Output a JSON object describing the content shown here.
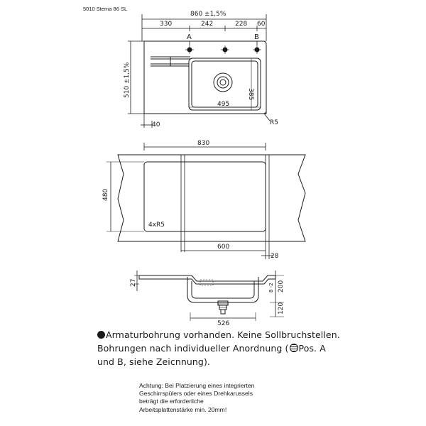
{
  "header": {
    "model": "5010 Stema 86 SL"
  },
  "top_view": {
    "overall_width": "860 ±1,5%",
    "dim_330": "330",
    "dim_242": "242",
    "dim_228": "228",
    "dim_60": "60",
    "hole_a": "A",
    "hole_b": "B",
    "overall_depth": "510 ±1,5%",
    "bowl_depth": "385",
    "bowl_width": "495",
    "edge_40": "40",
    "corner_radius": "R5"
  },
  "cutout_view": {
    "width": "830",
    "depth": "480",
    "corners": "4xR5",
    "bowl_width": "600",
    "offset": "28"
  },
  "section_view": {
    "thickness": "27",
    "dim_8_2": "8 -2",
    "dim_200": "200",
    "dim_120": "120",
    "bowl_width": "526"
  },
  "notes": {
    "line1": "Armaturbohrung vorhanden. Keine Sollbruchstellen.",
    "line2a": "Bohrungen nach individueller Anordnung (",
    "line2b": "Pos. A",
    "line3": "und B, siehe Zeicnnung)."
  },
  "warning": {
    "line1": "Achtung: Bei Platzierung eines integrierten",
    "line2": "Geschirrspülers oder eines Drehkarussels",
    "line3": "beträgt die erforderliche",
    "line4": "Arbeitsplattenstärke min. 20mm!"
  }
}
